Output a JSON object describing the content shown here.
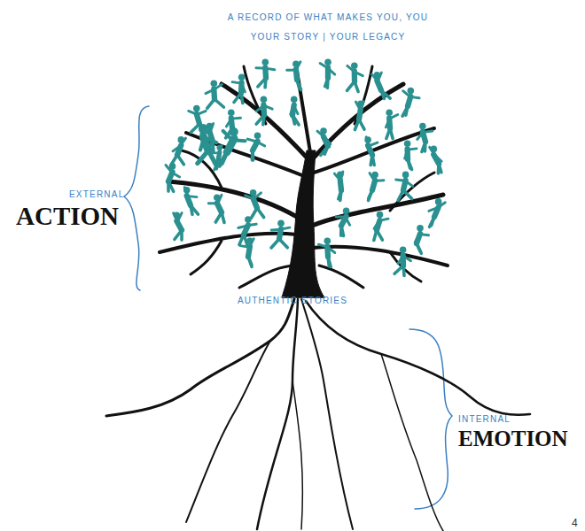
{
  "diagram": {
    "labels": [
      "A RECORD OF WHAT MAKES YOU, YOU",
      "YOUR STORY | YOUR LEGACY",
      "EXTERNAL",
      "ACTION",
      "AUTHENTIC STORIES",
      "INTERNAL",
      "EMOTION",
      "4"
    ]
  }
}
